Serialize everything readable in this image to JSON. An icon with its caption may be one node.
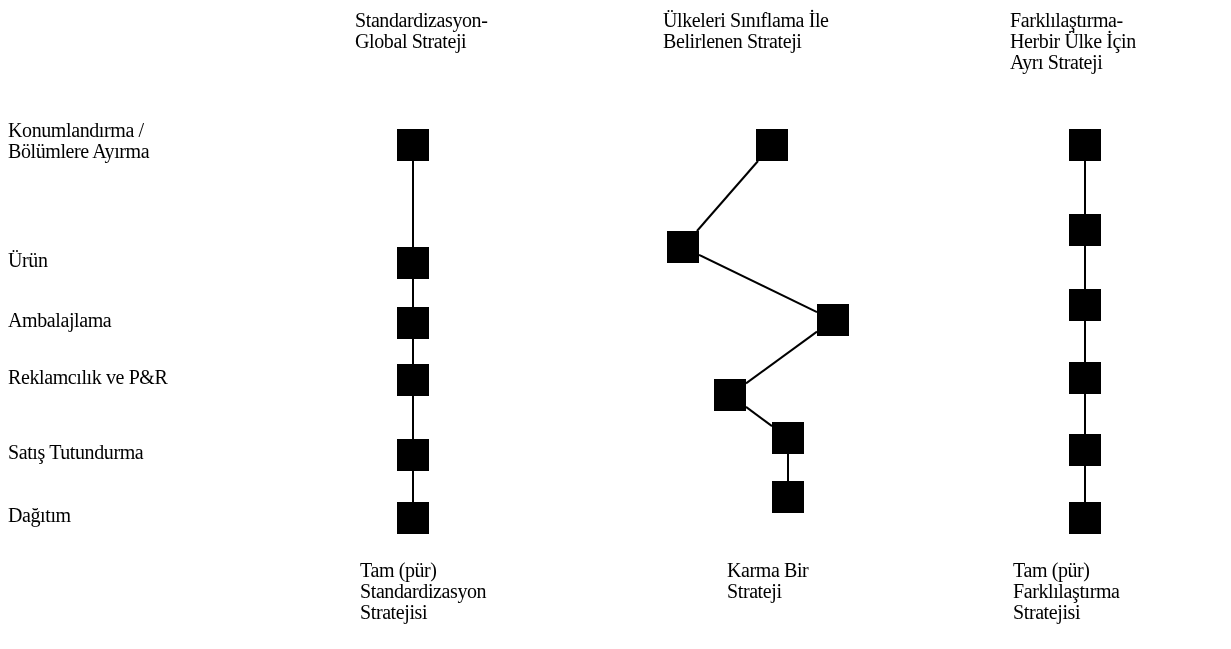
{
  "diagram": {
    "nodes": [
      {
        "text": [],
        "shape": "box"
      },
      {
        "text": [],
        "shape": "box"
      },
      {
        "text": [],
        "shape": "box"
      },
      {
        "text": [],
        "shape": "box"
      },
      {
        "text": [],
        "shape": "box"
      },
      {
        "text": [],
        "shape": "box"
      },
      {
        "text": [],
        "shape": "box"
      },
      {
        "text": [],
        "shape": "box"
      },
      {
        "text": [],
        "shape": "box"
      },
      {
        "text": [],
        "shape": "box"
      },
      {
        "text": [],
        "shape": "box"
      },
      {
        "text": [],
        "shape": "box"
      },
      {
        "text": [],
        "shape": "box"
      },
      {
        "text": [],
        "shape": "box"
      },
      {
        "text": [],
        "shape": "box"
      },
      {
        "text": [],
        "shape": "box"
      },
      {
        "text": [],
        "shape": "box"
      },
      {
        "text": [],
        "shape": "box"
      }
    ],
    "edges": [
      {
        "from": 0,
        "to": 1,
        "arrow": "none"
      },
      {
        "from": 1,
        "to": 2,
        "arrow": "none"
      },
      {
        "from": 2,
        "to": 3,
        "arrow": "none"
      },
      {
        "from": 3,
        "to": 4,
        "arrow": "none"
      },
      {
        "from": 4,
        "to": 5,
        "arrow": "none"
      },
      {
        "from": 6,
        "to": 7,
        "arrow": "none"
      },
      {
        "from": 7,
        "to": 8,
        "arrow": "none"
      },
      {
        "from": 8,
        "to": 9,
        "arrow": "none"
      },
      {
        "from": 9,
        "to": 10,
        "arrow": "none"
      },
      {
        "from": 10,
        "to": 11,
        "arrow": "none"
      },
      {
        "from": 12,
        "to": 13,
        "arrow": "none"
      },
      {
        "from": 13,
        "to": 14,
        "arrow": "none"
      },
      {
        "from": 14,
        "to": 15,
        "arrow": "none"
      },
      {
        "from": 15,
        "to": 16,
        "arrow": "none"
      },
      {
        "from": 16,
        "to": 17,
        "arrow": "none"
      }
    ],
    "labels": [
      "Standardizasyon- Global Strateji",
      "Ülkeleri Sınıflama İle Belirlenen Strateji",
      "Farklılaştırma- Herbir Ülke İçin Ayrı Strateji",
      "Konumlandırma / Bölümlere Ayırma",
      "Ürün",
      "Ambalajlama",
      "Reklamcılık ve P&R",
      "Satış Tutundurma",
      "Dağıtım",
      "Tam (pür) Standardizasyon Stratejisi",
      "Karma Bir Strateji",
      "Tam (pür) Farklılaştırma Stratejisi"
    ]
  }
}
